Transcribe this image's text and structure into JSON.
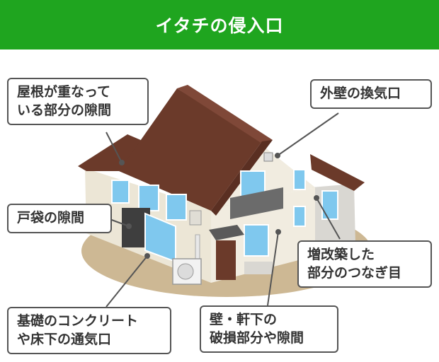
{
  "title": "イタチの侵入口",
  "callouts": {
    "roof_gap": {
      "lines": [
        "屋根が重なって",
        "いる部分の隙間"
      ]
    },
    "wall_vent": {
      "lines": [
        "外壁の換気口"
      ]
    },
    "shutter_box": {
      "lines": [
        "戸袋の隙間"
      ]
    },
    "extension": {
      "lines": [
        "増改築した",
        "部分のつなぎ目"
      ]
    },
    "foundation": {
      "lines": [
        "基礎のコンクリート",
        "や床下の通気口"
      ]
    },
    "eaves": {
      "lines": [
        "壁・軒下の",
        "破損部分や隙間"
      ]
    }
  },
  "colors": {
    "header": "#1fa51f",
    "roof": "#6b3a2a",
    "wall": "#ece6d6",
    "window": "#7fc8ee",
    "ground": "#cdb894",
    "line": "#555555"
  }
}
